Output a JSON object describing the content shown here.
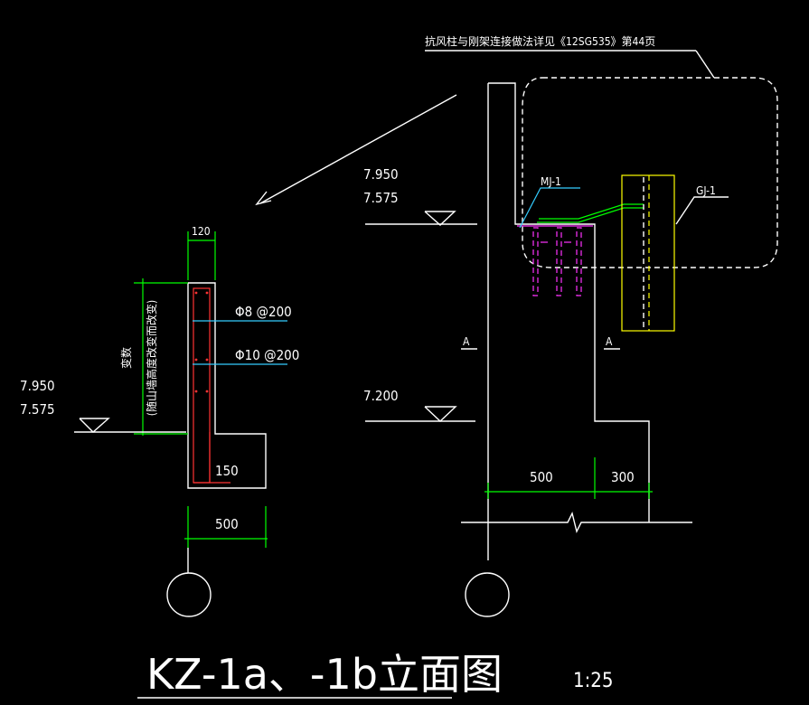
{
  "top_note": "抗风柱与刚架连接做法详见《12SG535》第44页",
  "left_section": {
    "dim_top": "120",
    "rebar_1": "Φ8 @200",
    "rebar_2": "Φ10 @200",
    "side_label_1": "变数",
    "side_label_2": "(随山墙高度改变而改变)",
    "elev_1": "7.950",
    "elev_2": "7.575",
    "dim_inner": "150",
    "dim_bottom": "500"
  },
  "right_elevation": {
    "elev_1": "7.950",
    "elev_2": "7.575",
    "elev_3": "7.200",
    "label_mj": "MJ-1",
    "label_gj": "GJ-1",
    "section_a_left": "A",
    "section_a_right": "A",
    "dim_500": "500",
    "dim_300": "300"
  },
  "title": {
    "text": "KZ-1a、-1b立面图",
    "scale": "1:25"
  },
  "colors": {
    "background": "#000000",
    "lines": "#ffffff",
    "dimension": "#00ff00",
    "embedded": "#ff33ff",
    "leader": "#33ccff",
    "rebar": "#ff3333",
    "steel": "#ffff00"
  }
}
